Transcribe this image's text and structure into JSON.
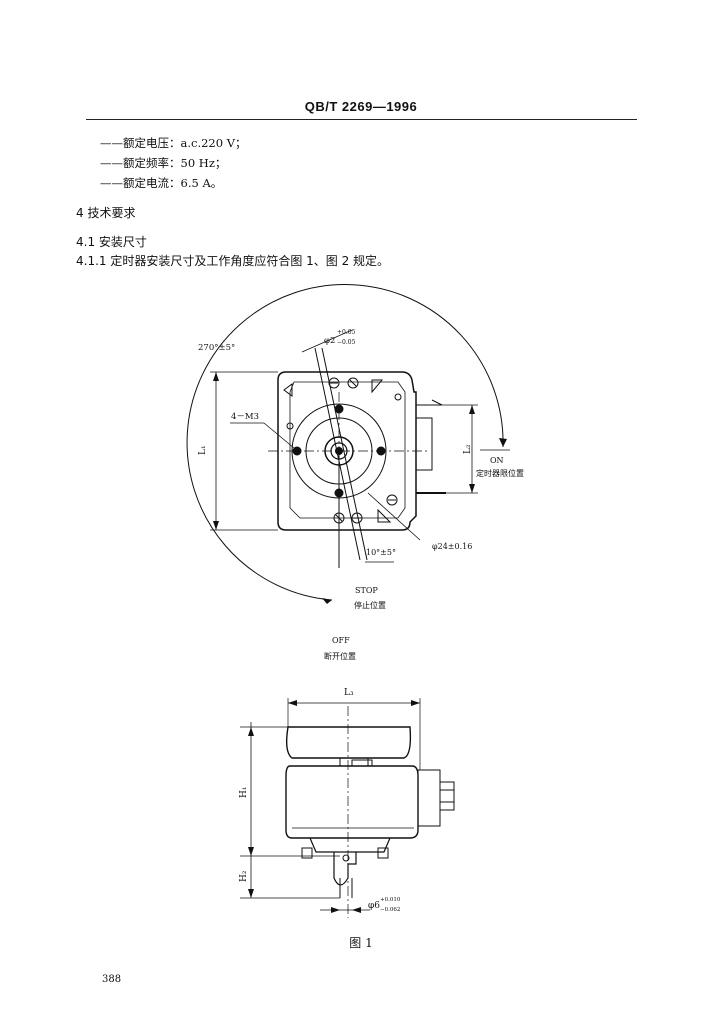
{
  "header": {
    "title": "QB/T 2269—1996"
  },
  "spec_list": [
    "——额定电压：a.c.220 V；",
    "——额定频率：50 Hz；",
    "——额定电流：6.5 A。"
  ],
  "sections": {
    "s4": "4  技术要求",
    "s4_1": "4.1  安装尺寸",
    "s4_1_1": "4.1.1  定时器安装尺寸及工作角度应符合图 1、图 2 规定。"
  },
  "figure": {
    "angle_270": "270°±5°",
    "phi2": "φ2",
    "phi2_tol_upper": "+0.05",
    "phi2_tol_lower": "−0.05",
    "m3": "4－M3",
    "l1": "L₁",
    "l2": "L₂",
    "on": "ON",
    "on_cn": "定时器限位置",
    "angle_10": "10°±5°",
    "phi24": "φ24±0.16",
    "stop": "STOP",
    "stop_cn": "停止位置",
    "off": "OFF",
    "off_cn": "断开位置",
    "l3": "L₃",
    "h1": "H₁",
    "h2": "H₂",
    "phi6": "φ6",
    "phi6_tol_upper": "+0.010",
    "phi6_tol_lower": "−0.062",
    "caption": "图 1"
  },
  "page_number": "388"
}
